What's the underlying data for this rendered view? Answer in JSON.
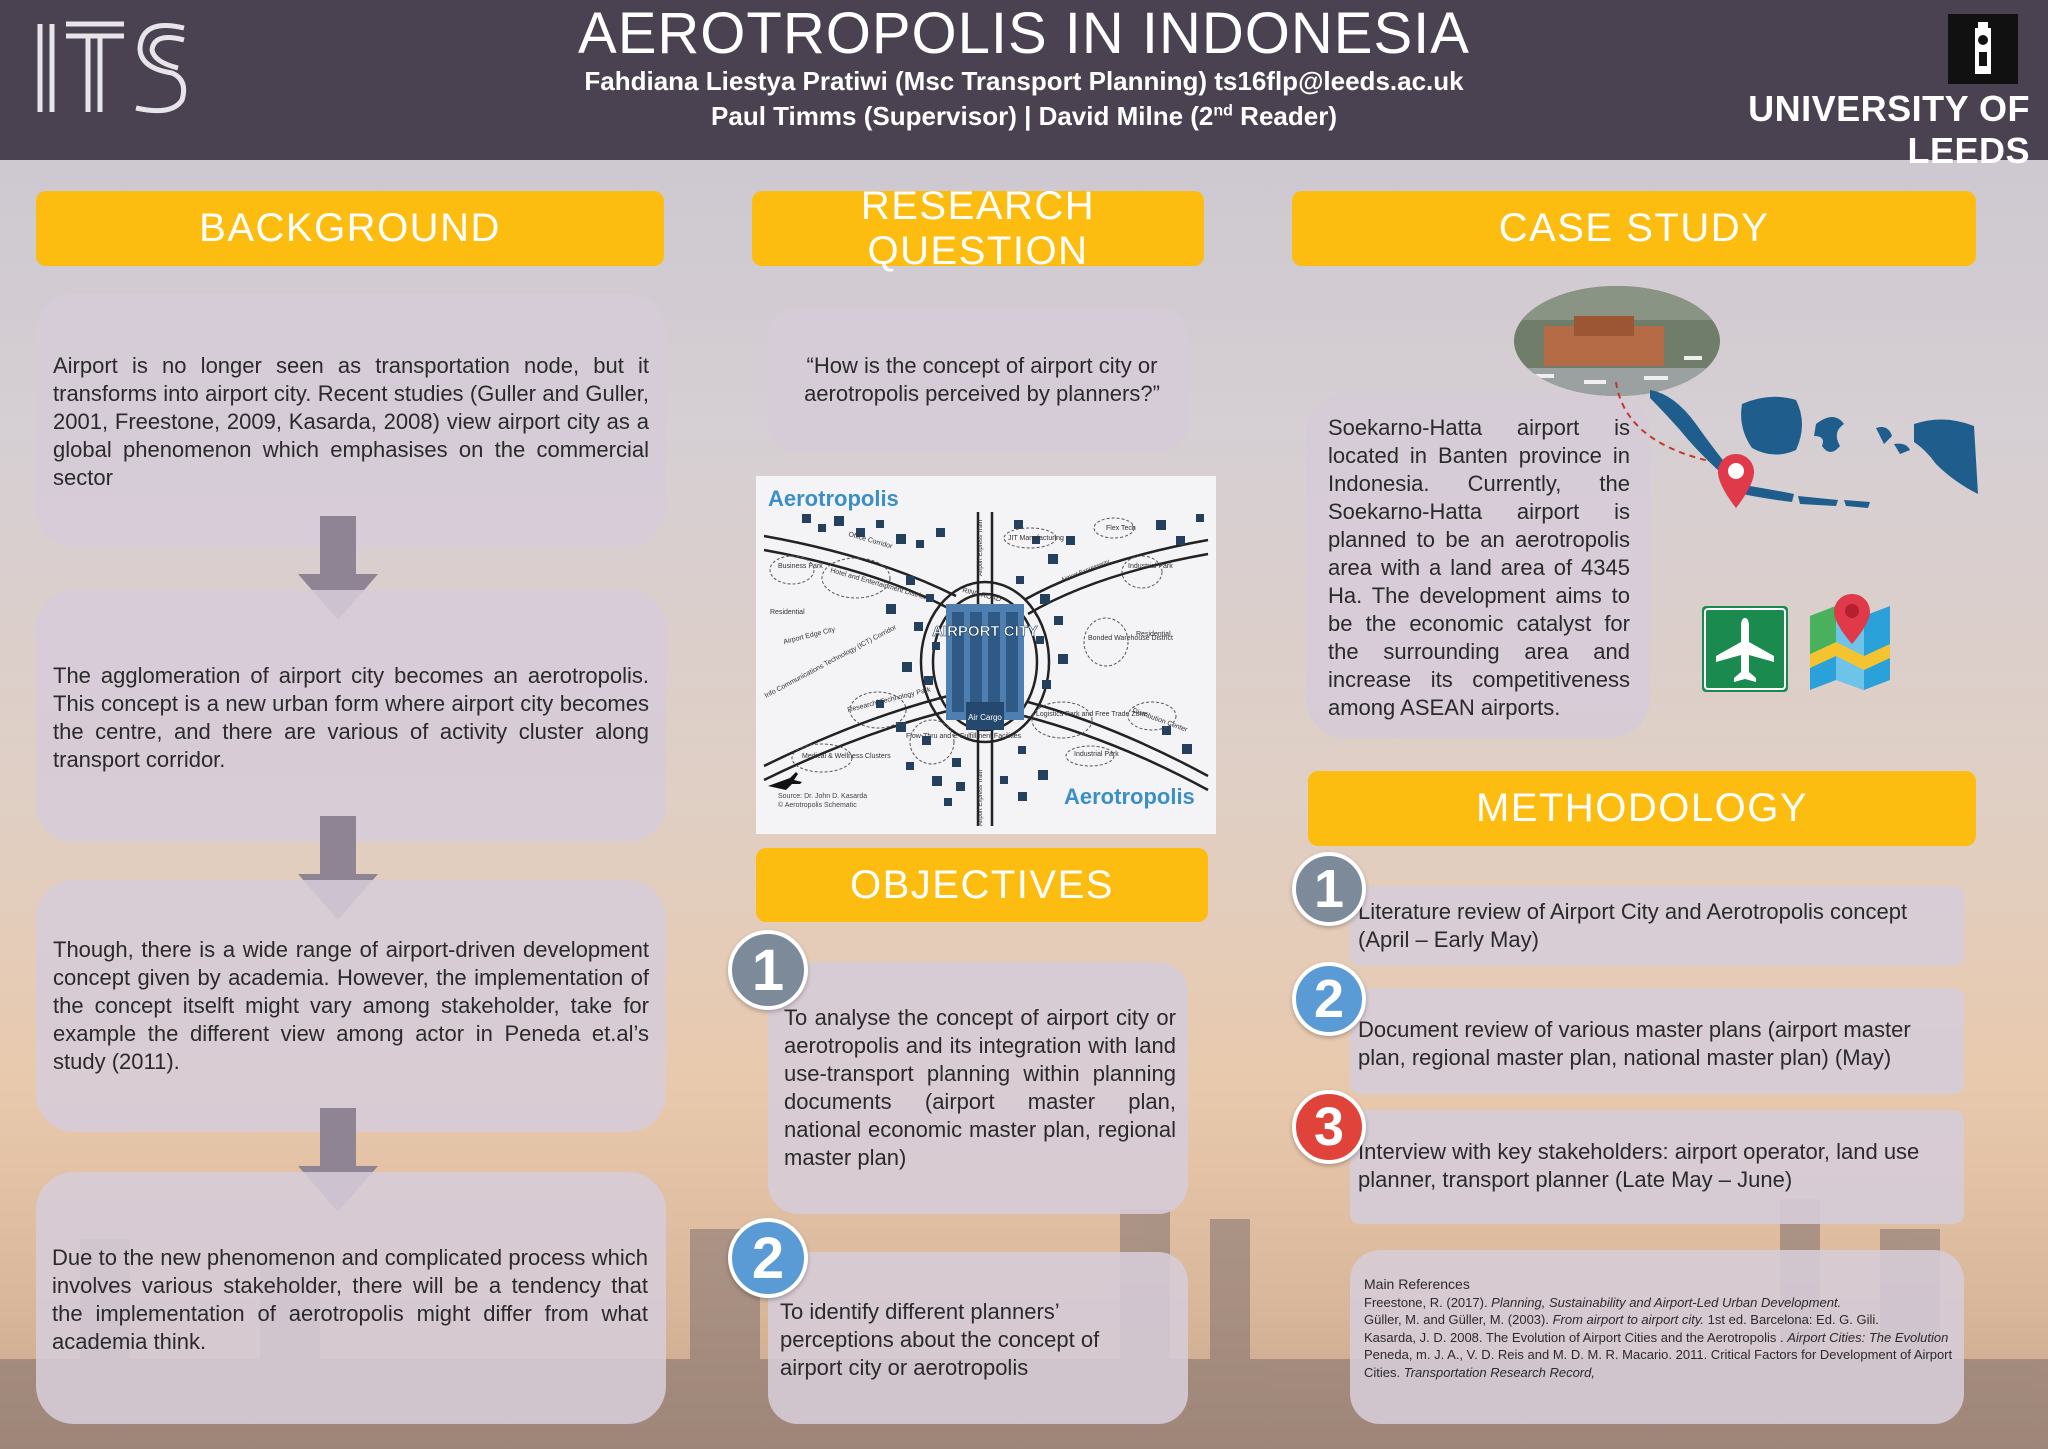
{
  "header": {
    "logo_text": "ITS",
    "title": "AEROTROPOLIS IN INDONESIA",
    "authors_line1": "Fahdiana Liestya Pratiwi (Msc Transport Planning) ts16flp@leeds.ac.uk",
    "authors_line2_pre": "Paul Timms (Supervisor) | David Milne (2",
    "authors_line2_sup": "nd",
    "authors_line2_post": " Reader)",
    "university": "UNIVERSITY OF LEEDS"
  },
  "background": {
    "heading": "BACKGROUND",
    "paragraphs": [
      "Airport is no longer seen as transportation node, but it transforms into airport city. Recent studies (Guller and Guller, 2001, Freestone, 2009, Kasarda, 2008) view airport city as a global phenomenon which emphasises on the commercial sector",
      "The agglomeration of airport city becomes an aerotropolis. This concept is a new urban form where airport city becomes the centre, and there are various of activity cluster along transport corridor.",
      "Though, there is a wide range of airport-driven development concept given by academia. However, the implementation of the concept itselft might vary among stakeholder, take for example the different view among actor in Peneda et.al’s study (2011).",
      "Due to the new phenomenon and complicated process which involves various stakeholder, there will be a tendency that the implementation of aerotropolis might differ from what academia think."
    ]
  },
  "research_question": {
    "heading": "RESEARCH QUESTION",
    "question": "“How is the concept of airport city or aerotropolis perceived by planners?”"
  },
  "diagram": {
    "title_top": "Aerotropolis",
    "title_bottom": "Aerotropolis",
    "center": "AIRPORT CITY",
    "source_line1": "Source: Dr. John D. Kasarda",
    "source_line2": "© Aerotropolis Schematic",
    "labels": {
      "office": "Office Corridor",
      "business": "Business Park",
      "hotel": "Hotel and Entertainment District",
      "residential_left": "Residential",
      "edge_city": "Airport Edge City",
      "ict": "Info Communications Technology (ICT) Corridor",
      "research": "Research/ Technology Park",
      "medical": "Medical & Wellness Clusters",
      "flow": "Flow-Thru and E-Fulfillment Facilities",
      "ring": "RING ROAD",
      "jit": "JIT Manufacturing",
      "flex": "Flex Tech",
      "industrial_top": "Industrial Park",
      "bonded": "Bonded Warehouse District",
      "residential_right": "Residential",
      "logistics": "Logistics Park and Free Trade Zone",
      "industrial_bottom": "Industrial Park",
      "distribution": "Distribution Center",
      "air_cargo": "Air Cargo",
      "express_top": "Airport Express Train",
      "express_bottom": "Airport Express Train",
      "expressway": "Airport Expressway"
    }
  },
  "objectives": {
    "heading": "OBJECTIVES",
    "items": [
      {
        "num": "1",
        "text": "To analyse the concept of airport city or aerotropolis and its integration with land use-transport planning within planning documents (airport master plan, national economic master plan, regional master plan)"
      },
      {
        "num": "2",
        "text": "To identify different planners’ perceptions about the concept of airport city or aerotropolis"
      }
    ]
  },
  "case_study": {
    "heading": "CASE STUDY",
    "text": "Soekarno-Hatta airport is located in Banten province in Indonesia. Currently, the Soekarno-Hatta airport is planned to be an aerotropolis area with a land area of 4345 Ha. The development aims to be the economic catalyst for the surrounding area and increase its competitiveness among ASEAN airports."
  },
  "methodology": {
    "heading": "METHODOLOGY",
    "items": [
      {
        "num": "1",
        "text": "Literature review of Airport City and Aerotropolis concept (April – Early May)",
        "color": "#7d8a99"
      },
      {
        "num": "2",
        "text": "Document review of various master plans (airport master plan, regional master plan, national master plan) (May)",
        "color": "#5b9bd5"
      },
      {
        "num": "3",
        "text": "Interview with key stakeholders: airport operator, land use planner, transport planner (Late May – June)",
        "color": "#e0433a"
      }
    ]
  },
  "references": {
    "heading": "Main References",
    "r1_plain": "Freestone, R. (2017). ",
    "r1_italic": "Planning, Sustainability and Airport-Led Urban Development.",
    "r2_plain": "Güller, M. and Güller, M. (2003). ",
    "r2_italic": "From airport to airport city.",
    "r2_tail": " 1st ed. Barcelona: Ed. G. Gili.",
    "r3_plain": "Kasarda, J. D. 2008. The Evolution of Airport Cities and the Aerotropolis . ",
    "r3_italic": "Airport Cities: The Evolution",
    "r4_plain": "Peneda, m. J. A., V. D. Reis and M. D. M. R. Macario. 2011. Critical Factors for Development of Airport Cities. ",
    "r4_italic": "Transportation Research Record,"
  },
  "colors": {
    "header_bg": "#4a4250",
    "banner": "#fdbd10",
    "box": "#d6ccd8",
    "arrow": "#8f8493",
    "map_blue": "#1f5e8c"
  }
}
